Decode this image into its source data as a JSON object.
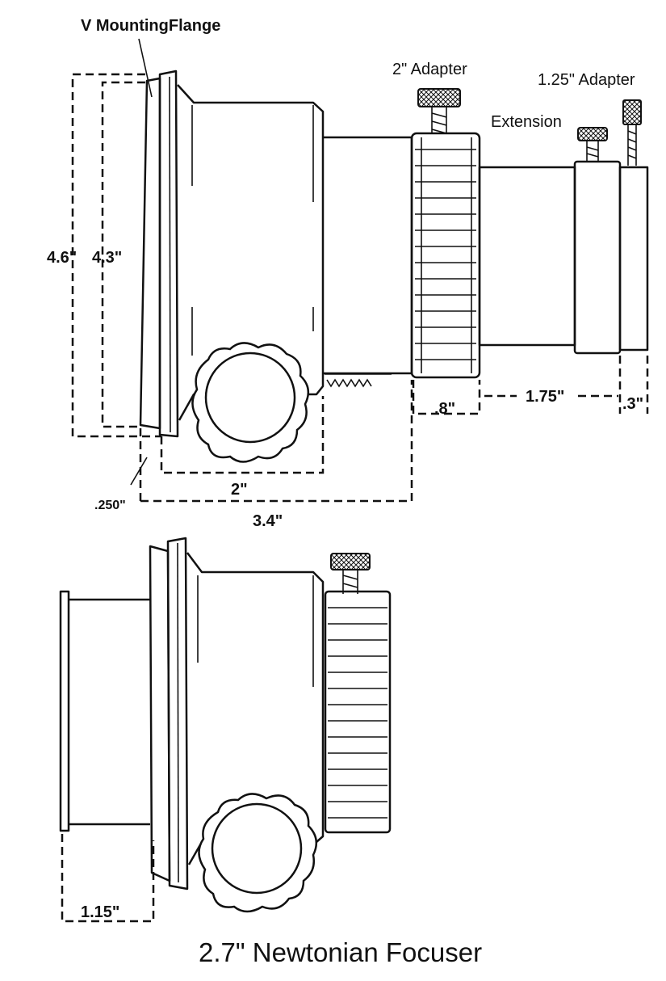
{
  "title": "2.7\" Newtonian Focuser",
  "labels": {
    "mounting_flange": "V MountingFlange",
    "adapter_2in": "2\" Adapter",
    "adapter_125in": "1.25\" Adapter",
    "extension": "Extension"
  },
  "dimensions": {
    "height_outer": "4.6\"",
    "height_inner": "4.3\"",
    "flange_gap": ".250\"",
    "body_length": "2\"",
    "total_length": "3.4\"",
    "adapter_2in_length": ".8\"",
    "extension_length": "1.75\"",
    "adapter_125in_length": ".3\"",
    "tube_protrusion": "1.15\""
  }
}
